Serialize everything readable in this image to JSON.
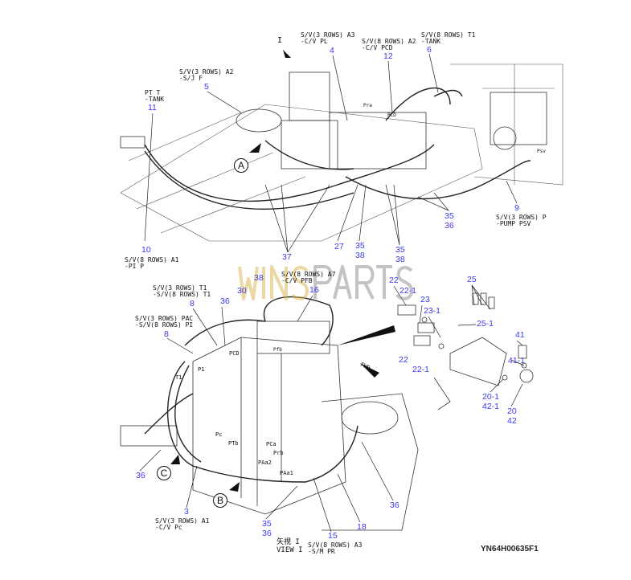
{
  "diagram": {
    "view_marker": "I",
    "callouts": [
      {
        "id": "c4",
        "lines": [
          "S/V(3 ROWS) A3",
          "-C/V PL"
        ],
        "number": "4"
      },
      {
        "id": "c12",
        "lines": [
          "S/V(8 ROWS) A2",
          "-C/V PCD"
        ],
        "number": "12"
      },
      {
        "id": "c6",
        "lines": [
          "S/V(8 ROWS) T1",
          "-TANK"
        ],
        "number": "6"
      },
      {
        "id": "c5",
        "lines": [
          "S/V(3 ROWS) A2",
          "-S/J F"
        ],
        "number": "5"
      },
      {
        "id": "c11",
        "lines": [
          "PT T",
          "-TANK"
        ],
        "number": "11"
      },
      {
        "id": "c9",
        "lines": [
          "S/V(3 ROWS) P",
          "-PUMP PSV"
        ],
        "number": "9"
      },
      {
        "id": "c10",
        "lines": [
          "S/V(8 ROWS) A1",
          "-PI P"
        ],
        "number": "10"
      },
      {
        "id": "c16",
        "lines": [
          "S/V(8 ROWS) A7",
          "-C/V PFB"
        ],
        "number": "16"
      },
      {
        "id": "c8a",
        "lines": [
          "S/V(3 ROWS) T1",
          "-S/V(8 ROWS) T1"
        ],
        "number": "8"
      },
      {
        "id": "c8b",
        "lines": [
          "S/V(3 ROWS) PAC",
          "-S/V(8 ROWS) PI"
        ],
        "number": "8"
      },
      {
        "id": "c3",
        "lines": [
          "S/V(3 ROWS) A1",
          "-C/V Pc"
        ],
        "number": "3"
      },
      {
        "id": "c15",
        "lines": [
          "S/V(8 ROWS) A3",
          "-S/M PR"
        ],
        "number": "15"
      }
    ],
    "numbers": [
      "35",
      "36",
      "37",
      "27",
      "35",
      "38",
      "35",
      "38",
      "38",
      "30",
      "36",
      "36",
      "35",
      "36",
      "18",
      "36",
      "22",
      "22-1",
      "23",
      "23-1",
      "25",
      "25-1",
      "41",
      "41-1",
      "22",
      "22-1",
      "20-1",
      "42-1",
      "20",
      "42"
    ],
    "port_labels": [
      "Pra",
      "PCD",
      "PCD",
      "P1",
      "T1",
      "Pc",
      "PTb",
      "PCa",
      "Prb",
      "PAa2",
      "PAa1",
      "Psv",
      "Pfb",
      "FWD"
    ],
    "view_circles": [
      "A",
      "B",
      "C"
    ],
    "view_title": [
      "矢視 I",
      "VIEW I"
    ],
    "drawing_code": "YN64H00635F1",
    "watermark": "WINSPARTS",
    "colors": {
      "callout_number": "#3a3af0",
      "line": "#111111"
    }
  }
}
